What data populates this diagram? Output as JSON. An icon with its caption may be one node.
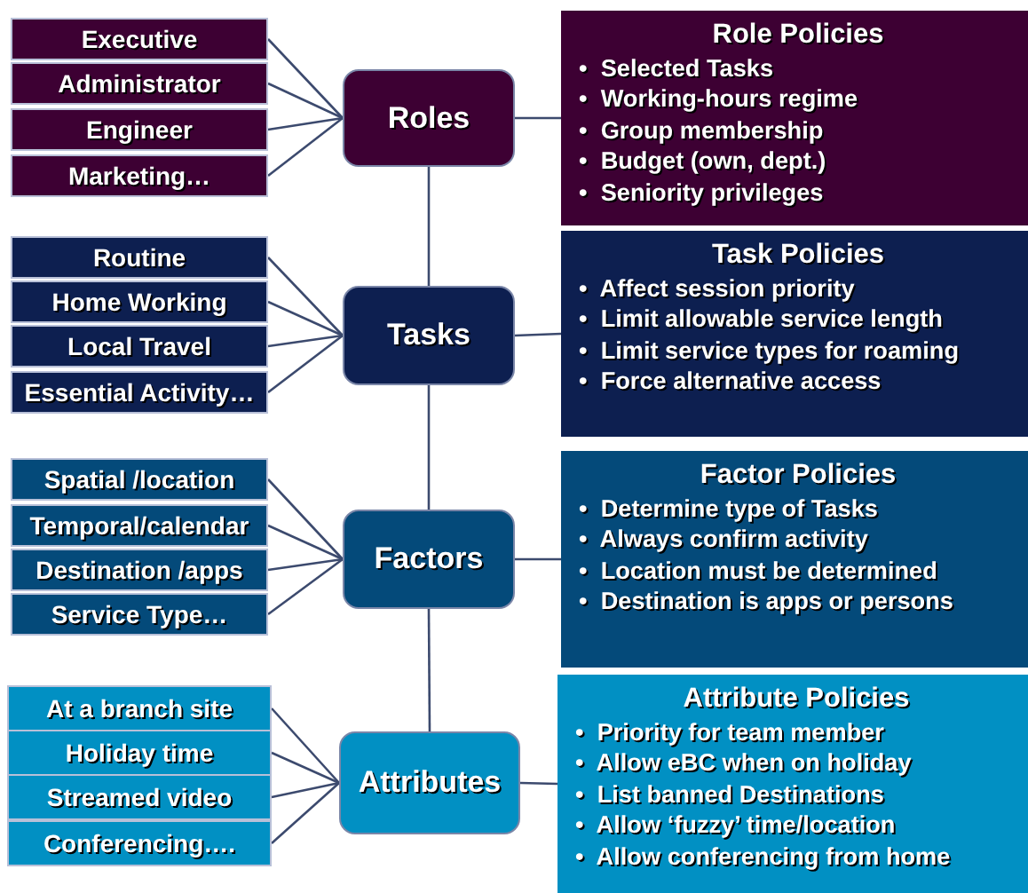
{
  "diagram": {
    "nodes": [
      {
        "text": [
          "Executive"
        ]
      },
      {
        "text": [
          "Administrator"
        ]
      },
      {
        "text": [
          "Engineer"
        ]
      },
      {
        "text": [
          "Marketing…"
        ]
      },
      {
        "text": [
          "Roles"
        ]
      },
      {
        "text": [
          "Role Policies",
          "•  Selected Tasks",
          "•  Working-hours regime",
          "•  Group membership",
          "•  Budget (own, dept.)",
          "•  Seniority privileges"
        ]
      },
      {
        "text": [
          "Routine"
        ]
      },
      {
        "text": [
          "Home Working"
        ]
      },
      {
        "text": [
          "Local Travel"
        ]
      },
      {
        "text": [
          "Essential Activity…"
        ]
      },
      {
        "text": [
          "Tasks"
        ]
      },
      {
        "text": [
          "Task Policies",
          "•  Affect session priority",
          "•  Limit allowable service length",
          "•  Limit service types for roaming",
          "•  Force alternative access"
        ]
      },
      {
        "text": [
          "Spatial /location"
        ]
      },
      {
        "text": [
          "Temporal/calendar"
        ]
      },
      {
        "text": [
          "Destination /apps"
        ]
      },
      {
        "text": [
          "Service Type…"
        ]
      },
      {
        "text": [
          "Factors"
        ]
      },
      {
        "text": [
          "Factor Policies",
          "•  Determine type of Tasks",
          "•  Always confirm activity",
          "•  Location must be determined",
          "•  Destination is apps or persons"
        ]
      },
      {
        "text": [
          "At a branch site"
        ]
      },
      {
        "text": [
          "Holiday time"
        ]
      },
      {
        "text": [
          "Streamed video"
        ]
      },
      {
        "text": [
          "Conferencing…."
        ]
      },
      {
        "text": [
          "Attributes"
        ]
      },
      {
        "text": [
          "Attribute Policies",
          "•  Priority for team member",
          "•  Allow eBC when on holiday",
          "•  List banned Destinations",
          "•  Allow ‘fuzzy’ time/location",
          "•  Allow conferencing from home"
        ]
      }
    ],
    "edges": [
      {
        "from": 0,
        "to": 4,
        "arrow": "none"
      },
      {
        "from": 1,
        "to": 4,
        "arrow": "none"
      },
      {
        "from": 2,
        "to": 4,
        "arrow": "none"
      },
      {
        "from": 3,
        "to": 4,
        "arrow": "none"
      },
      {
        "from": 4,
        "to": 5,
        "arrow": "none"
      },
      {
        "from": 4,
        "to": 10,
        "arrow": "none"
      },
      {
        "from": 6,
        "to": 10,
        "arrow": "none"
      },
      {
        "from": 7,
        "to": 10,
        "arrow": "none"
      },
      {
        "from": 8,
        "to": 10,
        "arrow": "none"
      },
      {
        "from": 9,
        "to": 10,
        "arrow": "none"
      },
      {
        "from": 10,
        "to": 11,
        "arrow": "none"
      },
      {
        "from": 10,
        "to": 16,
        "arrow": "none"
      },
      {
        "from": 12,
        "to": 16,
        "arrow": "none"
      },
      {
        "from": 13,
        "to": 16,
        "arrow": "none"
      },
      {
        "from": 14,
        "to": 16,
        "arrow": "none"
      },
      {
        "from": 15,
        "to": 16,
        "arrow": "none"
      },
      {
        "from": 16,
        "to": 17,
        "arrow": "none"
      },
      {
        "from": 16,
        "to": 22,
        "arrow": "none"
      },
      {
        "from": 18,
        "to": 22,
        "arrow": "none"
      },
      {
        "from": 19,
        "to": 22,
        "arrow": "none"
      },
      {
        "from": 20,
        "to": 22,
        "arrow": "none"
      },
      {
        "from": 21,
        "to": 22,
        "arrow": "none"
      },
      {
        "from": 22,
        "to": 23,
        "arrow": "none"
      }
    ]
  }
}
